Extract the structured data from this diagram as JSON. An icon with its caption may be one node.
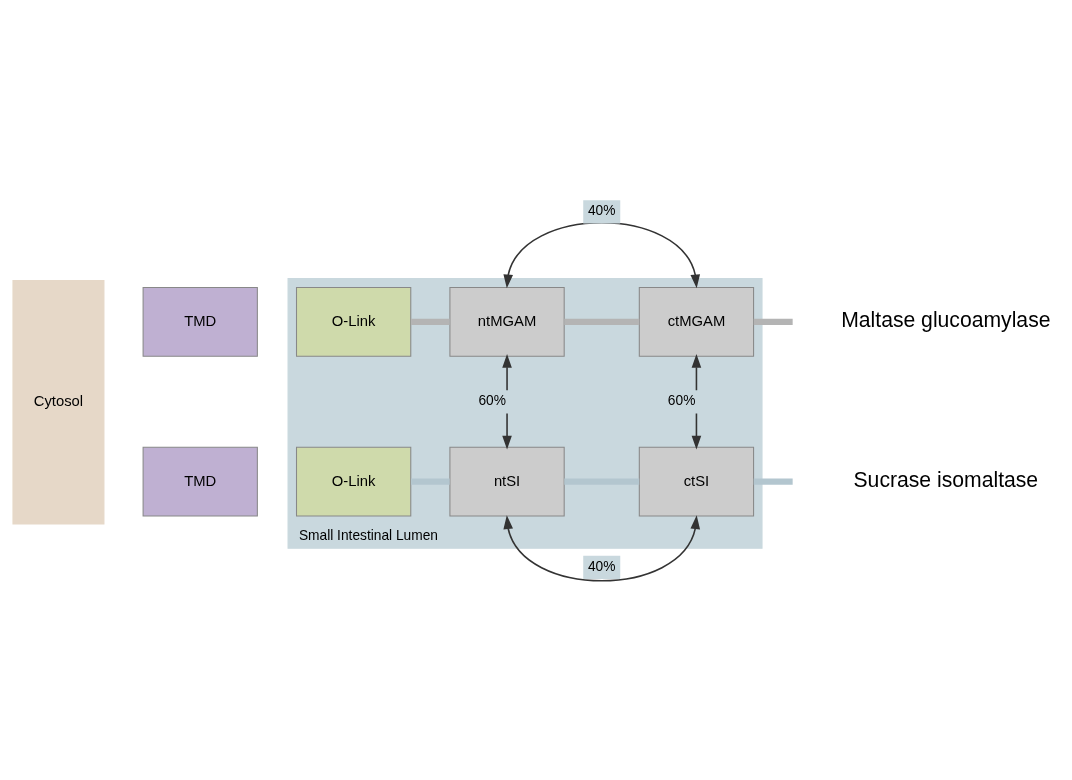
{
  "diagram": {
    "nodes": [
      {
        "text": [
          "Cytosol"
        ]
      },
      {
        "text": [
          "Small Intestinal Lumen"
        ]
      },
      {
        "text": [
          "TMD"
        ]
      },
      {
        "text": [
          "O-Link"
        ],
        "in": 1
      },
      {
        "text": [
          "ntMGAM"
        ],
        "in": 1
      },
      {
        "text": [
          "ctMGAM"
        ],
        "in": 1
      },
      {
        "text": [
          "TMD"
        ]
      },
      {
        "text": [
          "O-Link"
        ],
        "in": 1
      },
      {
        "text": [
          "ntSI"
        ],
        "in": 1
      },
      {
        "text": [
          "ctSI"
        ],
        "in": 1
      }
    ],
    "edges": [
      {
        "from": 4,
        "to": 5,
        "arrow": "both",
        "label": "40%"
      },
      {
        "from": 4,
        "to": 8,
        "arrow": "both",
        "label": "60%"
      },
      {
        "from": 5,
        "to": 9,
        "arrow": "both",
        "label": "60%"
      },
      {
        "from": 8,
        "to": 9,
        "arrow": "both",
        "label": "40%"
      },
      {
        "from": 3,
        "to": 4,
        "arrow": "none",
        "color": "#b4b4b4"
      },
      {
        "from": 4,
        "to": 5,
        "arrow": "none",
        "color": "#b4b4b4"
      },
      {
        "from": 5,
        "to": null,
        "arrow": "none",
        "color": "#b4b4b4"
      },
      {
        "from": 7,
        "to": 8,
        "arrow": "none",
        "color": "#b3c6cf"
      },
      {
        "from": 8,
        "to": 9,
        "arrow": "none",
        "color": "#b3c6cf"
      },
      {
        "from": 9,
        "to": null,
        "arrow": "none",
        "color": "#b3c6cf"
      }
    ],
    "labels": [
      "Maltase glucoamylase",
      "Sucrase isomaltase"
    ]
  }
}
